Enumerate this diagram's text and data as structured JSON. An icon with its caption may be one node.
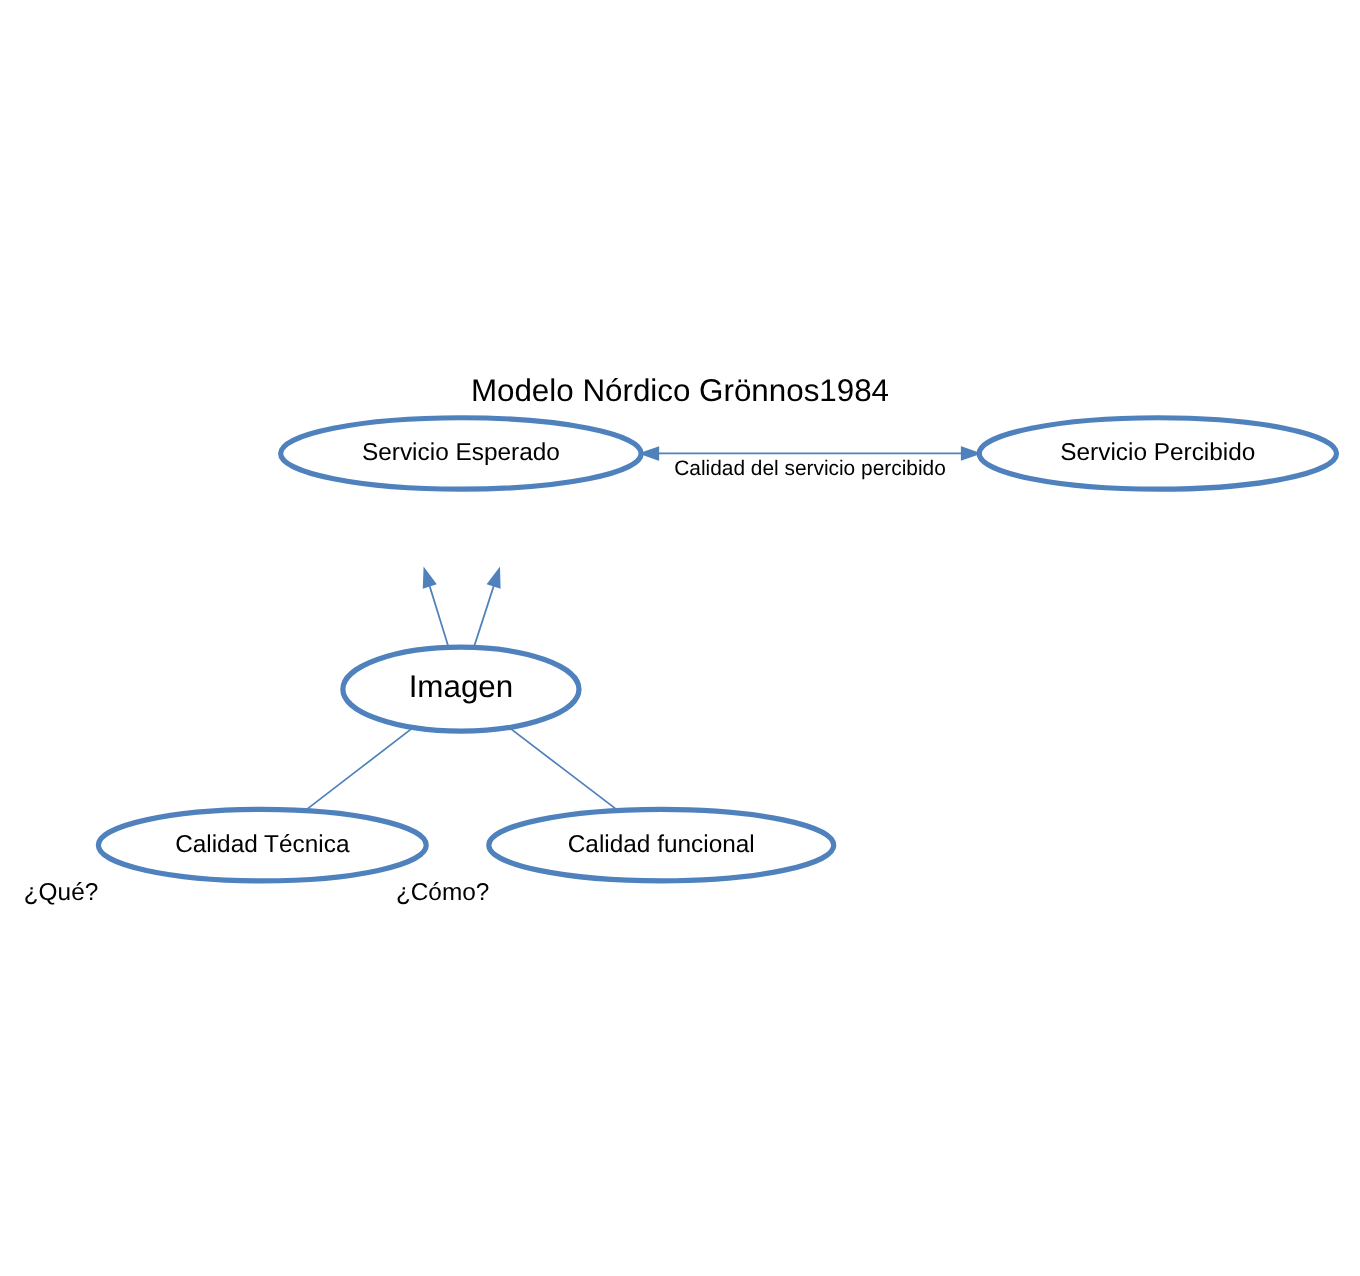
{
  "diagram": {
    "title": "Modelo Nórdico Grönnos1984",
    "nodes": [
      {
        "text": [
          "Servicio Esperado"
        ]
      },
      {
        "text": [
          "Servicio Percibido"
        ]
      },
      {
        "text": [
          "Imagen"
        ]
      },
      {
        "text": [
          "Calidad Técnica"
        ],
        "beside": [
          "¿Qué?"
        ]
      },
      {
        "text": [
          "Calidad funcional"
        ],
        "beside": [
          "¿Cómo?"
        ]
      }
    ],
    "edges": [
      {
        "from": 0,
        "to": 1,
        "arrow": "both",
        "label": "Calidad del servicio percibido"
      },
      {
        "from": 3,
        "to": 2,
        "arrow": "none"
      },
      {
        "from": 2,
        "to": null,
        "arrow": "to"
      },
      {
        "from": 4,
        "to": 2,
        "arrow": "none"
      },
      {
        "from": 2,
        "to": null,
        "arrow": "to"
      }
    ]
  }
}
